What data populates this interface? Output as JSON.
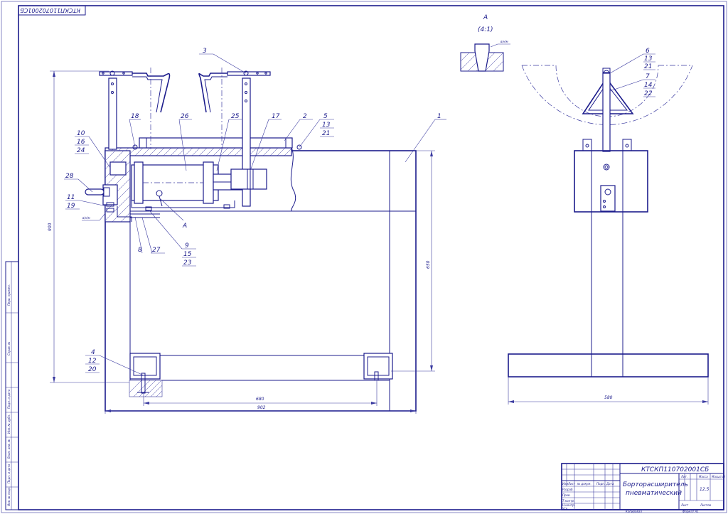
{
  "drawing": {
    "rotated_code": "КТСКП110702001СБ",
    "section_label": "А",
    "section_scale": "(4:1)",
    "section_ref_label": "А",
    "weld_note": "в/н/м"
  },
  "callouts": {
    "c1": "1",
    "c2": "2",
    "c3": "3",
    "c4": "4",
    "c12": "12",
    "c20": "20",
    "c5": "5",
    "c13a": "13",
    "c21a": "21",
    "c6": "6",
    "c13b": "13",
    "c21b": "21",
    "c7": "7",
    "c14": "14",
    "c22": "22",
    "c8": "8",
    "c27": "27",
    "c9": "9",
    "c15": "15",
    "c23": "23",
    "c10": "10",
    "c16": "16",
    "c24": "24",
    "c11": "11",
    "c19": "19",
    "c17": "17",
    "c18": "18",
    "c25": "25",
    "c26": "26",
    "c28": "28"
  },
  "dimensions": {
    "height_total": "900",
    "height_frame": "650",
    "width_inner": "680",
    "width_total": "902",
    "width_side": "580"
  },
  "title_block": {
    "code": "КТСКП110702001СБ",
    "name_line1": "Борторасширитель",
    "name_line2": "пневматический",
    "mass": "12.5",
    "scale": "",
    "sheet_label": "Лист",
    "sheets_label": "Листов",
    "copied": "Копировал",
    "format": "Формат   А1",
    "col_lit": "Лит.",
    "col_mass": "Масса",
    "col_scale": "Масштаб",
    "rows": [
      "Изм",
      "Лист",
      "№ докум.",
      "Подп.",
      "Дата"
    ],
    "roles": [
      "Разраб.",
      "Пров.",
      "Т.контр.",
      "",
      "Н.контр.",
      "Утв."
    ]
  },
  "side_stamp": [
    "Инв. № подл.",
    "Подп. и дата",
    "Взам. инв. №",
    "Инв. № дубл.",
    "Подп. и дата",
    "Справ. №",
    "Перв. примен."
  ]
}
